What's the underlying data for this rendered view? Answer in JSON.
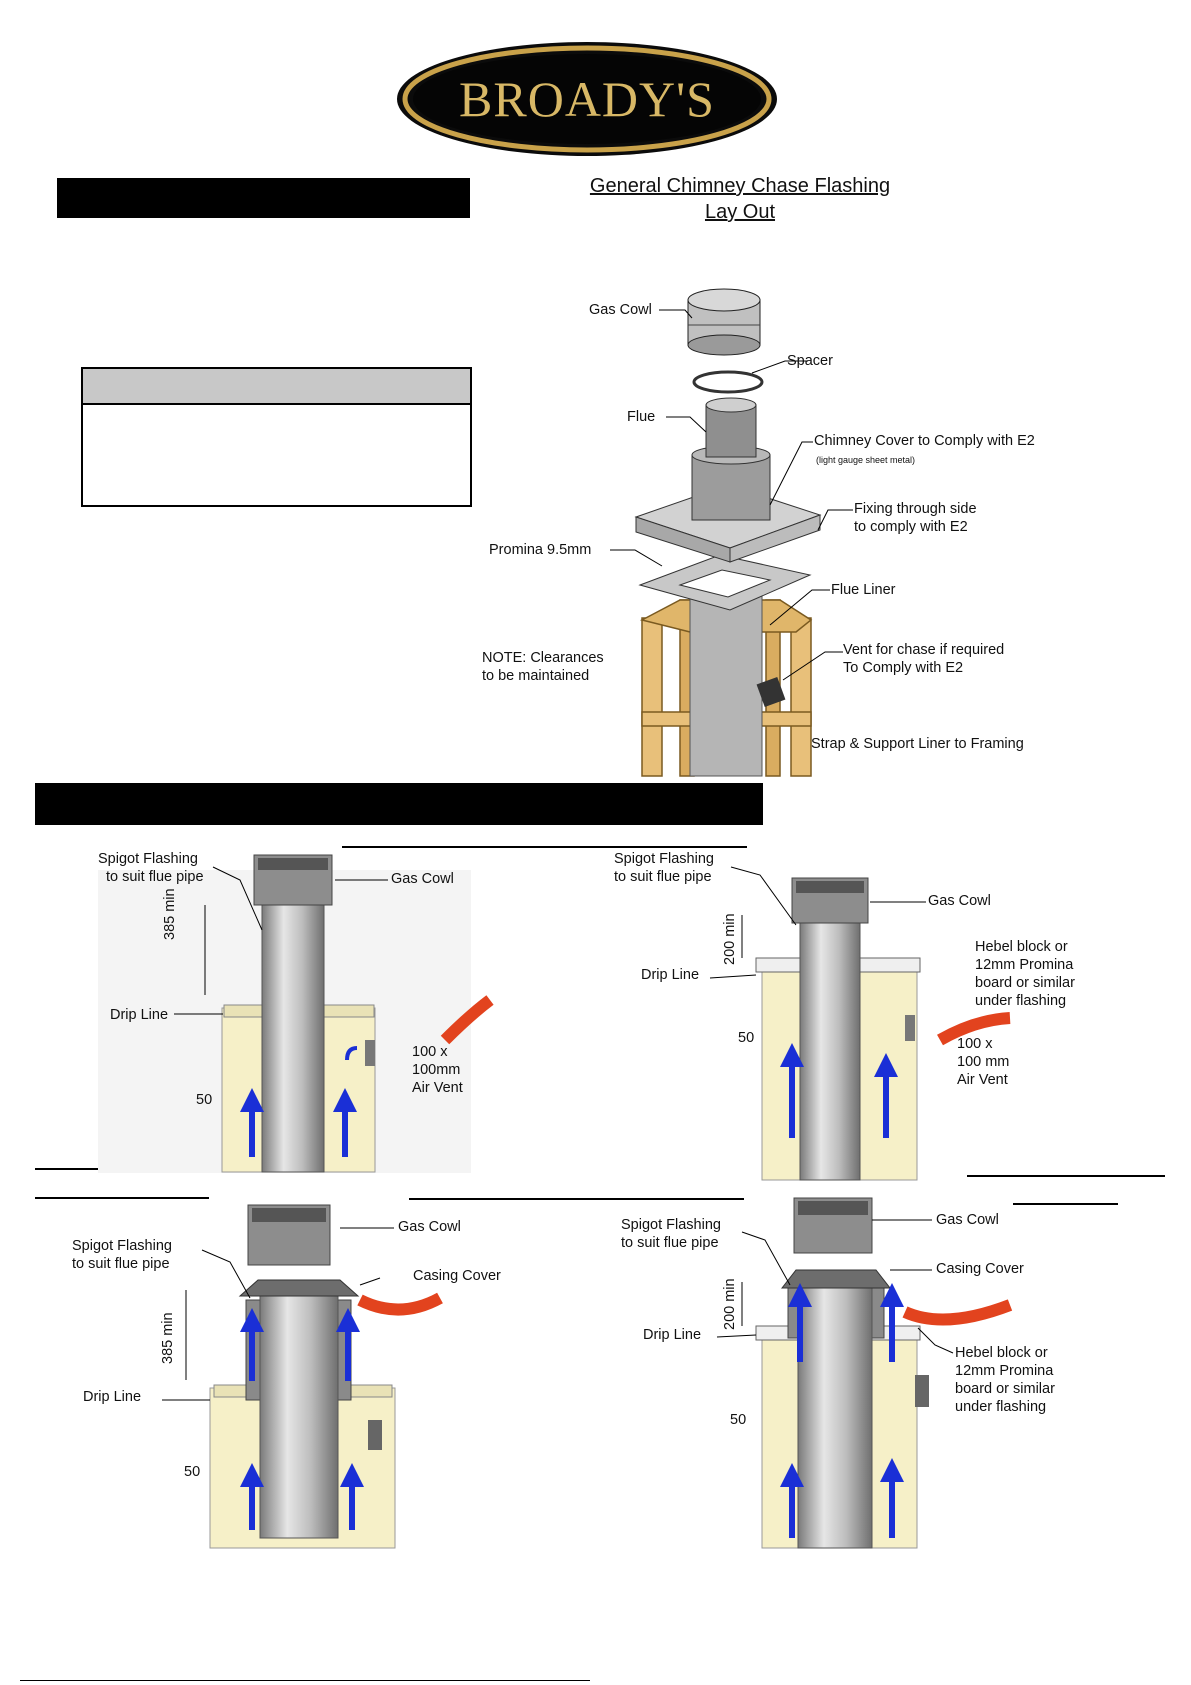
{
  "logo": {
    "text": "BROADY'S",
    "colors": {
      "outer": "#0b0b0b",
      "ring": "#c9a24a",
      "text": "#d8b866"
    }
  },
  "layout_heading": {
    "line1": "General Chimney Chase Flashing",
    "line2": "Lay Out"
  },
  "exploded": {
    "gas_cowl": "Gas Cowl",
    "spacer": "Spacer",
    "flue": "Flue",
    "chimney_cover": "Chimney Cover to Comply with E2",
    "chimney_cover_note": "(light gauge sheet metal)",
    "fixing_line1": "Fixing through side",
    "fixing_line2": "to comply with E2",
    "promina": "Promina 9.5mm",
    "flue_liner": "Flue Liner",
    "note_line1": "NOTE: Clearances",
    "note_line2": "to be maintained",
    "vent_line1": "Vent for chase if required",
    "vent_line2": "To Comply with E2",
    "strap": "Strap & Support Liner to Framing"
  },
  "diagram_a": {
    "spigot_line1": "Spigot Flashing",
    "spigot_line2": "to suit flue pipe",
    "gas_cowl": "Gas Cowl",
    "height": "385 min",
    "drip_line": "Drip Line",
    "vent_line1": "100 x",
    "vent_line2": "100mm",
    "vent_line3": "Air Vent",
    "gap": "50"
  },
  "diagram_b": {
    "spigot_line1": "Spigot Flashing",
    "spigot_line2": "to suit flue pipe",
    "gas_cowl": "Gas Cowl",
    "height": "200 min",
    "drip_line": "Drip Line",
    "hebel_line1": "Hebel block or",
    "hebel_line2": "12mm Promina",
    "hebel_line3": "board or similar",
    "hebel_line4": "under flashing",
    "vent_line1": "100 x",
    "vent_line2": "100 mm",
    "vent_line3": "Air Vent",
    "gap": "50"
  },
  "diagram_c": {
    "spigot_line1": "Spigot Flashing",
    "spigot_line2": "to suit flue pipe",
    "gas_cowl": "Gas Cowl",
    "casing_cover": "Casing Cover",
    "height": "385 min",
    "drip_line": "Drip Line",
    "gap": "50"
  },
  "diagram_d": {
    "spigot_line1": "Spigot Flashing",
    "spigot_line2": "to suit flue pipe",
    "gas_cowl": "Gas Cowl",
    "casing_cover": "Casing Cover",
    "height": "200 min",
    "drip_line": "Drip Line",
    "hebel_line1": "Hebel block or",
    "hebel_line2": "12mm Promina",
    "hebel_line3": "board or similar",
    "hebel_line4": "under flashing",
    "gap": "50"
  },
  "colors": {
    "framing": "#e8c07a",
    "casing": "#f6f0c8",
    "pipe": "#a9a9a9",
    "arrow_blue": "#1a2fd6",
    "arrow_red": "#e2431e"
  }
}
